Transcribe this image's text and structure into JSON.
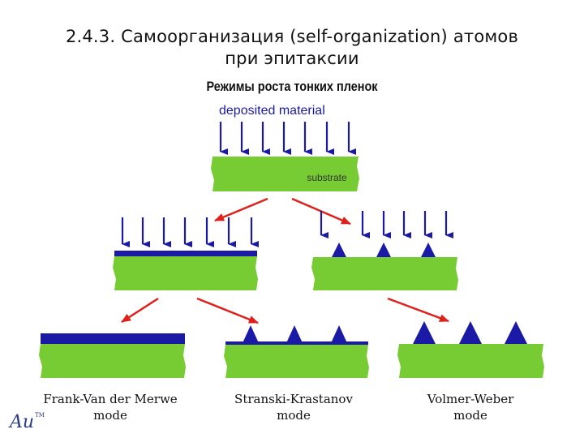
{
  "title_line1": "2.4.3. Самоорганизация (self-organization) атомов",
  "title_line2": "при эпитаксии",
  "subtitle": "Режимы роста тонких пленок",
  "deposited_label": "deposited material",
  "substrate_label": "substrate",
  "modes": {
    "frank_line1": "Frank-Van der Merwe",
    "frank_line2": "mode",
    "stranski_line1": "Stranski-Krastanov",
    "stranski_line2": "mode",
    "volmer_line1": "Volmer-Weber",
    "volmer_line2": "mode"
  },
  "logo_text": "Au",
  "logo_mark": "TM",
  "colors": {
    "substrate": "#77cc33",
    "film": "#1a1aa6",
    "arrow_red": "#e0201b",
    "arrow_blue": "#1a1aa6"
  }
}
